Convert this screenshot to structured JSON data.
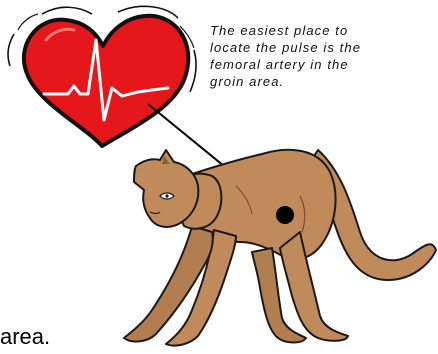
{
  "caption": {
    "lines": [
      "The easiest place to",
      "locate the pulse is the",
      "femoral artery in the",
      "groin area."
    ]
  },
  "body_text_fragment": "area.",
  "colors": {
    "heart_fill": "#e5171b",
    "heart_outline": "#111111",
    "ecg_trace": "#ffffff",
    "cat_fill": "#c08a5a",
    "cat_outline": "#1a1a1a",
    "pulse_marker": "#000000"
  }
}
